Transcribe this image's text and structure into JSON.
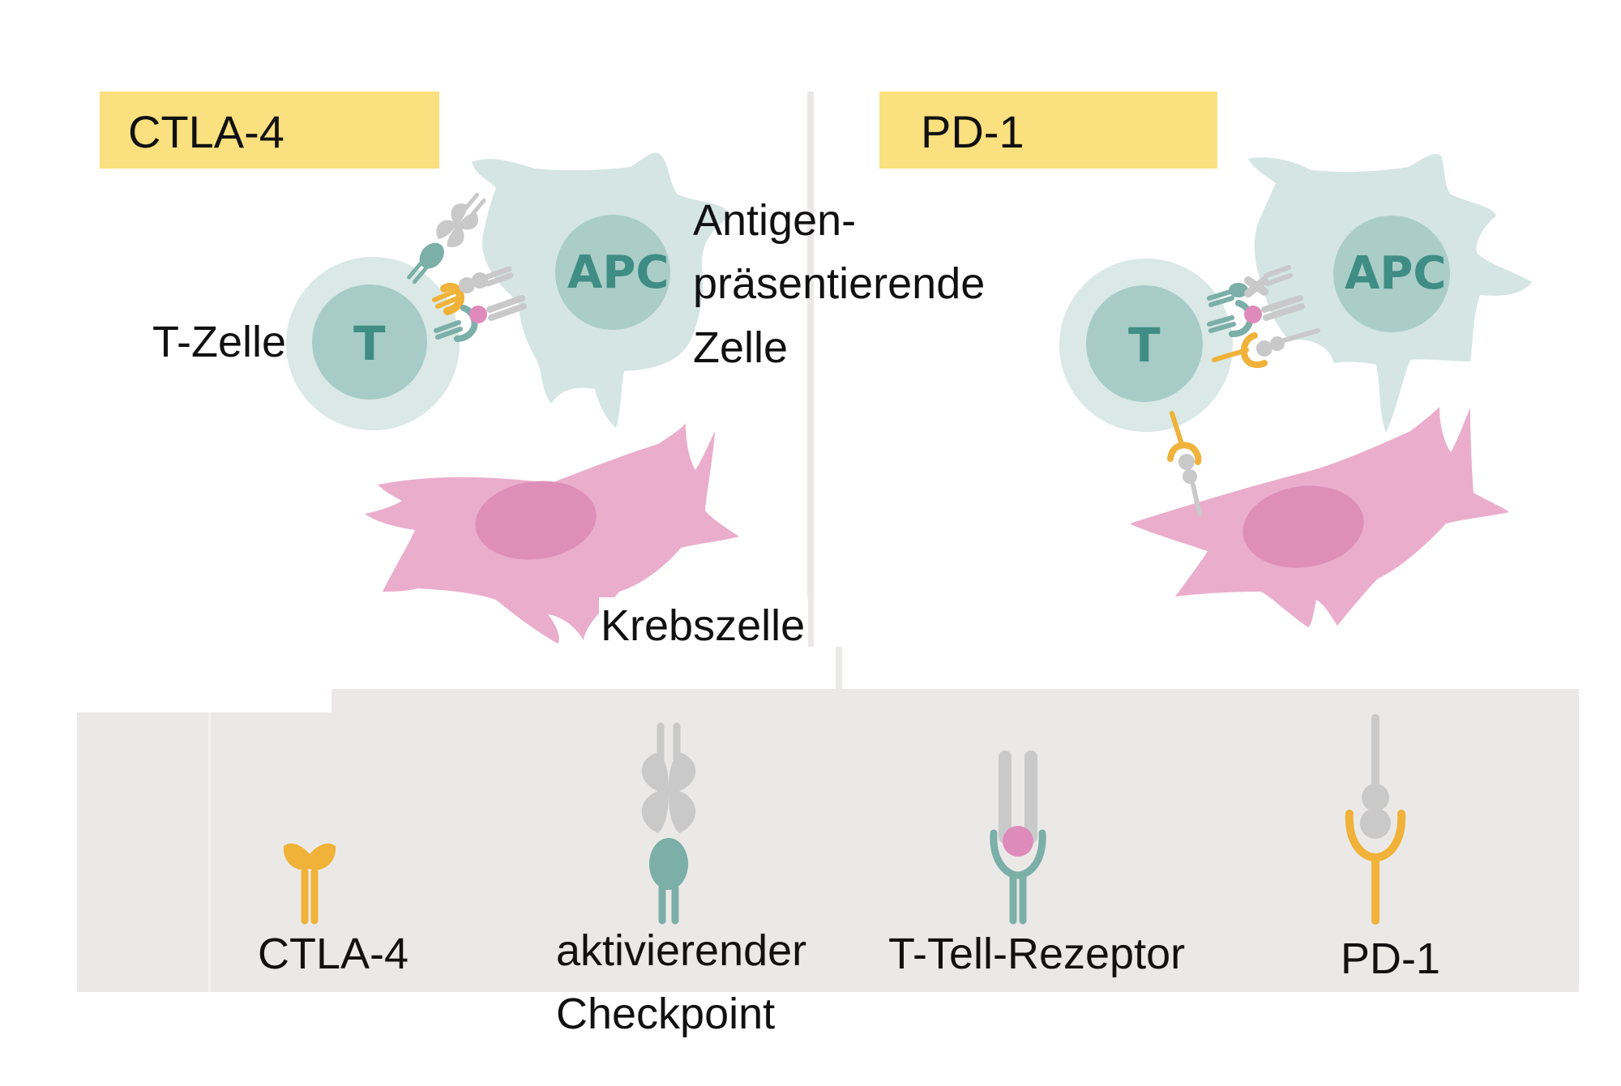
{
  "colors": {
    "banner": "#fbe07f",
    "apc_body": "#d4e5e3",
    "apc_nucleus": "#aacdc8",
    "t_cell_outer": "#dae8e6",
    "t_cell_inner": "#a7ccc7",
    "cell_letter": "#3f8d84",
    "cancer_body": "#ebadcc",
    "cancer_nucleus": "#de8fb8",
    "ctla4": "#f0b239",
    "activating_checkpoint": "#7bafa8",
    "checkpoint_ligand": "#c9c9c9",
    "receptor_ligand": "#de8bbb",
    "legend_bg": "#ebe9e8"
  },
  "panels": [
    {
      "id": "ctla4",
      "title": "CTLA-4",
      "labels": {
        "t_cell": "T-Zelle",
        "t_cell_letter": "T",
        "apc_letter": "APC",
        "apc": [
          "Antigen-",
          "präsentierende",
          "Zelle"
        ],
        "cancer": "Krebszelle"
      }
    },
    {
      "id": "pd1",
      "title": "PD-1",
      "labels": {
        "t_cell_letter": "T",
        "apc_letter": "APC"
      }
    }
  ],
  "legend": {
    "items": [
      {
        "icon": "ctla4-molecule-icon",
        "label": "CTLA-4"
      },
      {
        "icon": "activating-checkpoint-icon",
        "label": [
          "aktivierender",
          "Checkpoint"
        ]
      },
      {
        "icon": "t-cell-receptor-icon",
        "label": "T-Tell-Rezeptor"
      },
      {
        "icon": "pd1-molecule-icon",
        "label": "PD-1"
      }
    ]
  }
}
